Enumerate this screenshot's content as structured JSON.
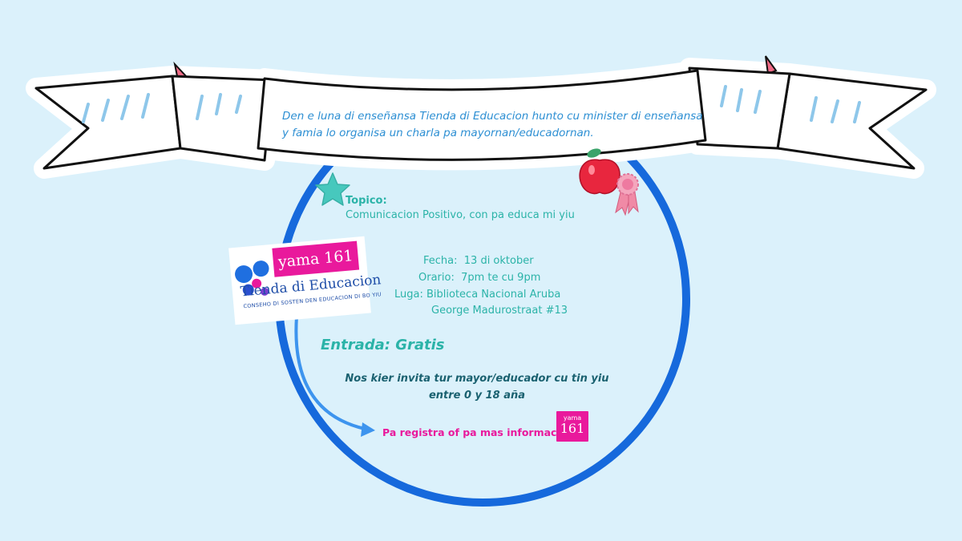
{
  "banner": {
    "line1": "Den e luna di enseñansa Tienda di Educacion hunto cu minister di enseñansa",
    "line2": "y famia lo organisa un charla pa mayornan/educadornan."
  },
  "topic": {
    "label": "Topico:",
    "value": "Comunicacion Positivo, con pa educa mi yiu"
  },
  "details": {
    "fecha_label": "Fecha:",
    "fecha_value": "13 di oktober",
    "orario_label": "Orario:",
    "orario_value": "7pm te cu 9pm",
    "luga_label": "Luga:",
    "luga_value": "Biblioteca Nacional Aruba",
    "address": "George Madurostraat #13"
  },
  "entrada": "Entrada: Gratis",
  "invite": {
    "line1": "Nos kier invita tur mayor/educador cu tin yiu",
    "line2": "entre 0 y 18 aña"
  },
  "register": "Pa registra of pa mas informacion",
  "logo": {
    "badge": "yama 161",
    "name": "Tienda di Educacion",
    "tagline": "CONSEHO DI SOSTEN DEN EDUCACION DI BO YIU"
  },
  "small_badge": {
    "top": "yama",
    "bottom": "161"
  },
  "colors": {
    "background": "#dbf1fb",
    "circle": "#1669dc",
    "teal_text": "#2bb3a8",
    "pink": "#e9199c",
    "banner_text": "#2d8fd3"
  }
}
